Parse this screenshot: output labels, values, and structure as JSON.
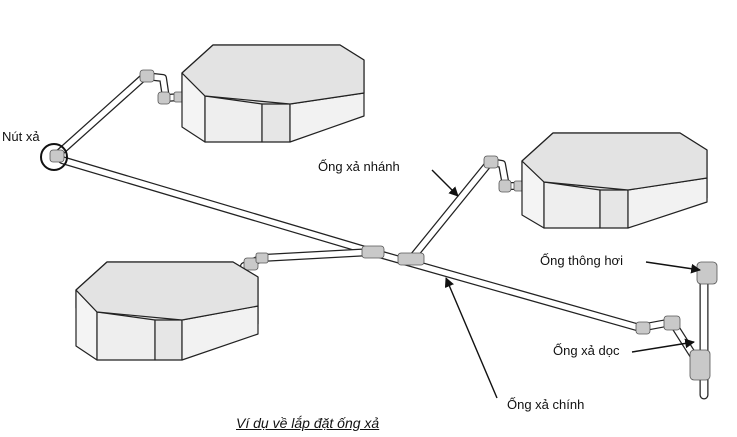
{
  "labels": {
    "drain_outlet": "Nút xả",
    "branch_pipe": "Ống xả nhánh",
    "vent_pipe": "Ống thông hơi",
    "vertical_pipe": "Ống xả dọc",
    "main_pipe": "Ống xả chính"
  },
  "caption": "Ví dụ về lắp đặt ống xả"
}
